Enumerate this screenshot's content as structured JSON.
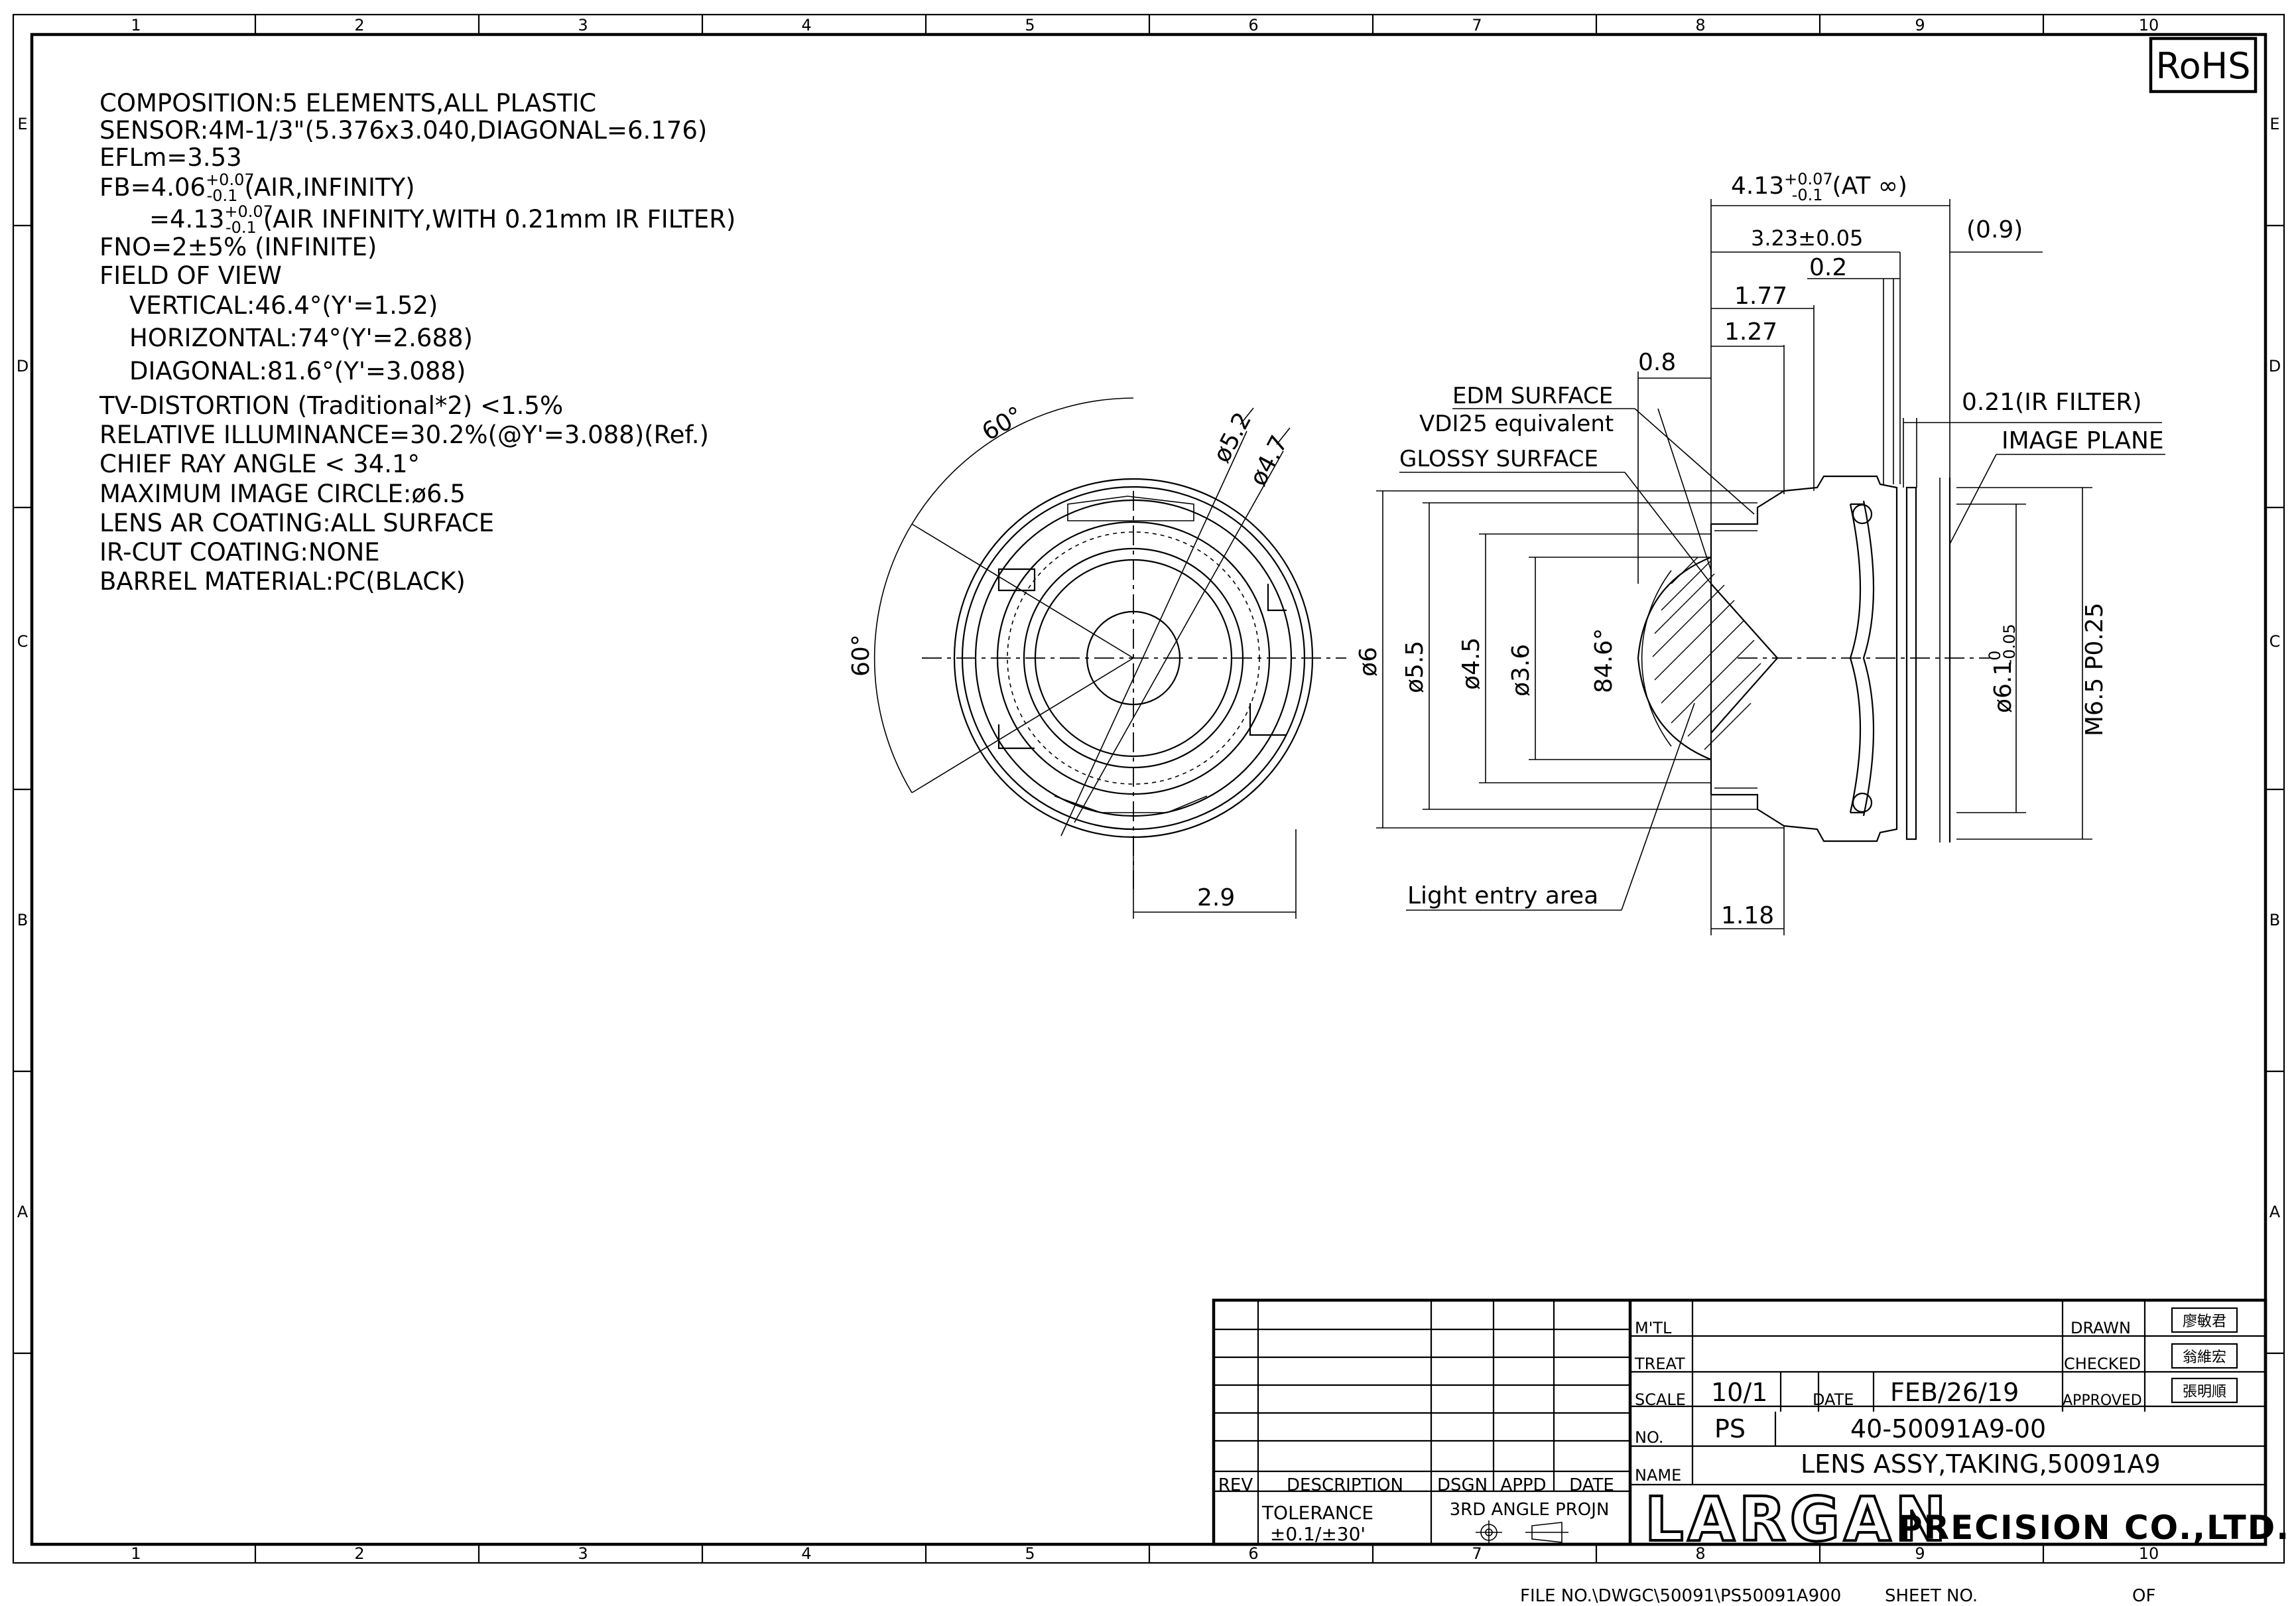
{
  "border": {
    "columns": [
      "1",
      "2",
      "3",
      "4",
      "5",
      "6",
      "7",
      "8",
      "9",
      "10"
    ],
    "rows": [
      "E",
      "D",
      "C",
      "B",
      "A"
    ]
  },
  "rohs": "RoHS",
  "notes": [
    "COMPOSITION:5 ELEMENTS,ALL PLASTIC",
    "SENSOR:4M-1/3\"(5.376x3.040,DIAGONAL=6.176)",
    "EFLm=3.53",
    "FB=4.06",
    "=4.13",
    "FNO=2±5% (INFINITE)",
    "FIELD OF VIEW",
    "VERTICAL:46.4°(Y'=1.52)",
    "HORIZONTAL:74°(Y'=2.688)",
    "DIAGONAL:81.6°(Y'=3.088)",
    "TV-DISTORTION (Traditional*2) <1.5%",
    "RELATIVE ILLUMINANCE=30.2%(@Y'=3.088)(Ref.)",
    "CHIEF RAY ANGLE < 34.1°",
    "MAXIMUM IMAGE CIRCLE:ø6.5",
    "LENS AR COATING:ALL SURFACE",
    "IR-CUT COATING:NONE",
    "BARREL MATERIAL:PC(BLACK)"
  ],
  "fb_notes": {
    "tol_plus": "+0.07",
    "tol_minus": "-0.1",
    "fb1_suffix": "(AIR,INFINITY)",
    "fb2_suffix": "(AIR INFINITY,WITH 0.21mm IR FILTER)"
  },
  "front_view": {
    "angle_top": "60°",
    "angle_left": "60°",
    "dia_outer": "ø5.2",
    "dia_inner": "ø4.7",
    "width": "2.9"
  },
  "side_view": {
    "total": "4.13",
    "total_tol_plus": "+0.07",
    "total_tol_minus": "-0.1",
    "total_suffix": "(AT ∞)",
    "d323": "3.23±0.05",
    "d09": "(0.9)",
    "d02": "0.2",
    "d177": "1.77",
    "d127": "1.27",
    "d08": "0.8",
    "ir_filter": "0.21(IR FILTER)",
    "image_plane": "IMAGE PLANE",
    "edm": "EDM SURFACE",
    "vdi": "VDI25 equivalent",
    "glossy": "GLOSSY SURFACE",
    "d6": "ø6",
    "d55": "ø5.5",
    "d45": "ø4.5",
    "d36": "ø3.6",
    "angle": "84.6°",
    "d61": "ø6.1",
    "d61_tol_plus": "0",
    "d61_tol_minus": "-0.05",
    "thread": "M6.5 P0.25",
    "light_entry": "Light entry area",
    "d118": "1.18"
  },
  "title_block": {
    "rev_headers": [
      "REV",
      "DESCRIPTION",
      "DSGN",
      "APPD",
      "DATE"
    ],
    "tolerance_label": "TOLERANCE",
    "tolerance_value": "±0.1/±30'",
    "projection": "3RD ANGLE PROJN",
    "mtl_label": "M'TL",
    "treat_label": "TREAT",
    "scale_label": "SCALE",
    "scale_value": "10/1",
    "date_label": "DATE",
    "date_value": "FEB/26/19",
    "no_label": "NO.",
    "no_prefix": "PS",
    "no_value": "40-50091A9-00",
    "name_label": "NAME",
    "name_value": "LENS ASSY,TAKING,50091A9",
    "drawn_label": "DRAWN",
    "checked_label": "CHECKED",
    "approved_label": "APPROVED",
    "drawn_sig": "廖敏君",
    "checked_sig": "翁維宏",
    "approved_sig": "張明順",
    "company_logo": "LARGAN",
    "company_suffix": "PRECISION CO.,LTD."
  },
  "footer": {
    "file_no": "FILE NO.\\DWGC\\50091\\PS50091A900",
    "sheet_no": "SHEET NO.",
    "of": "OF"
  }
}
